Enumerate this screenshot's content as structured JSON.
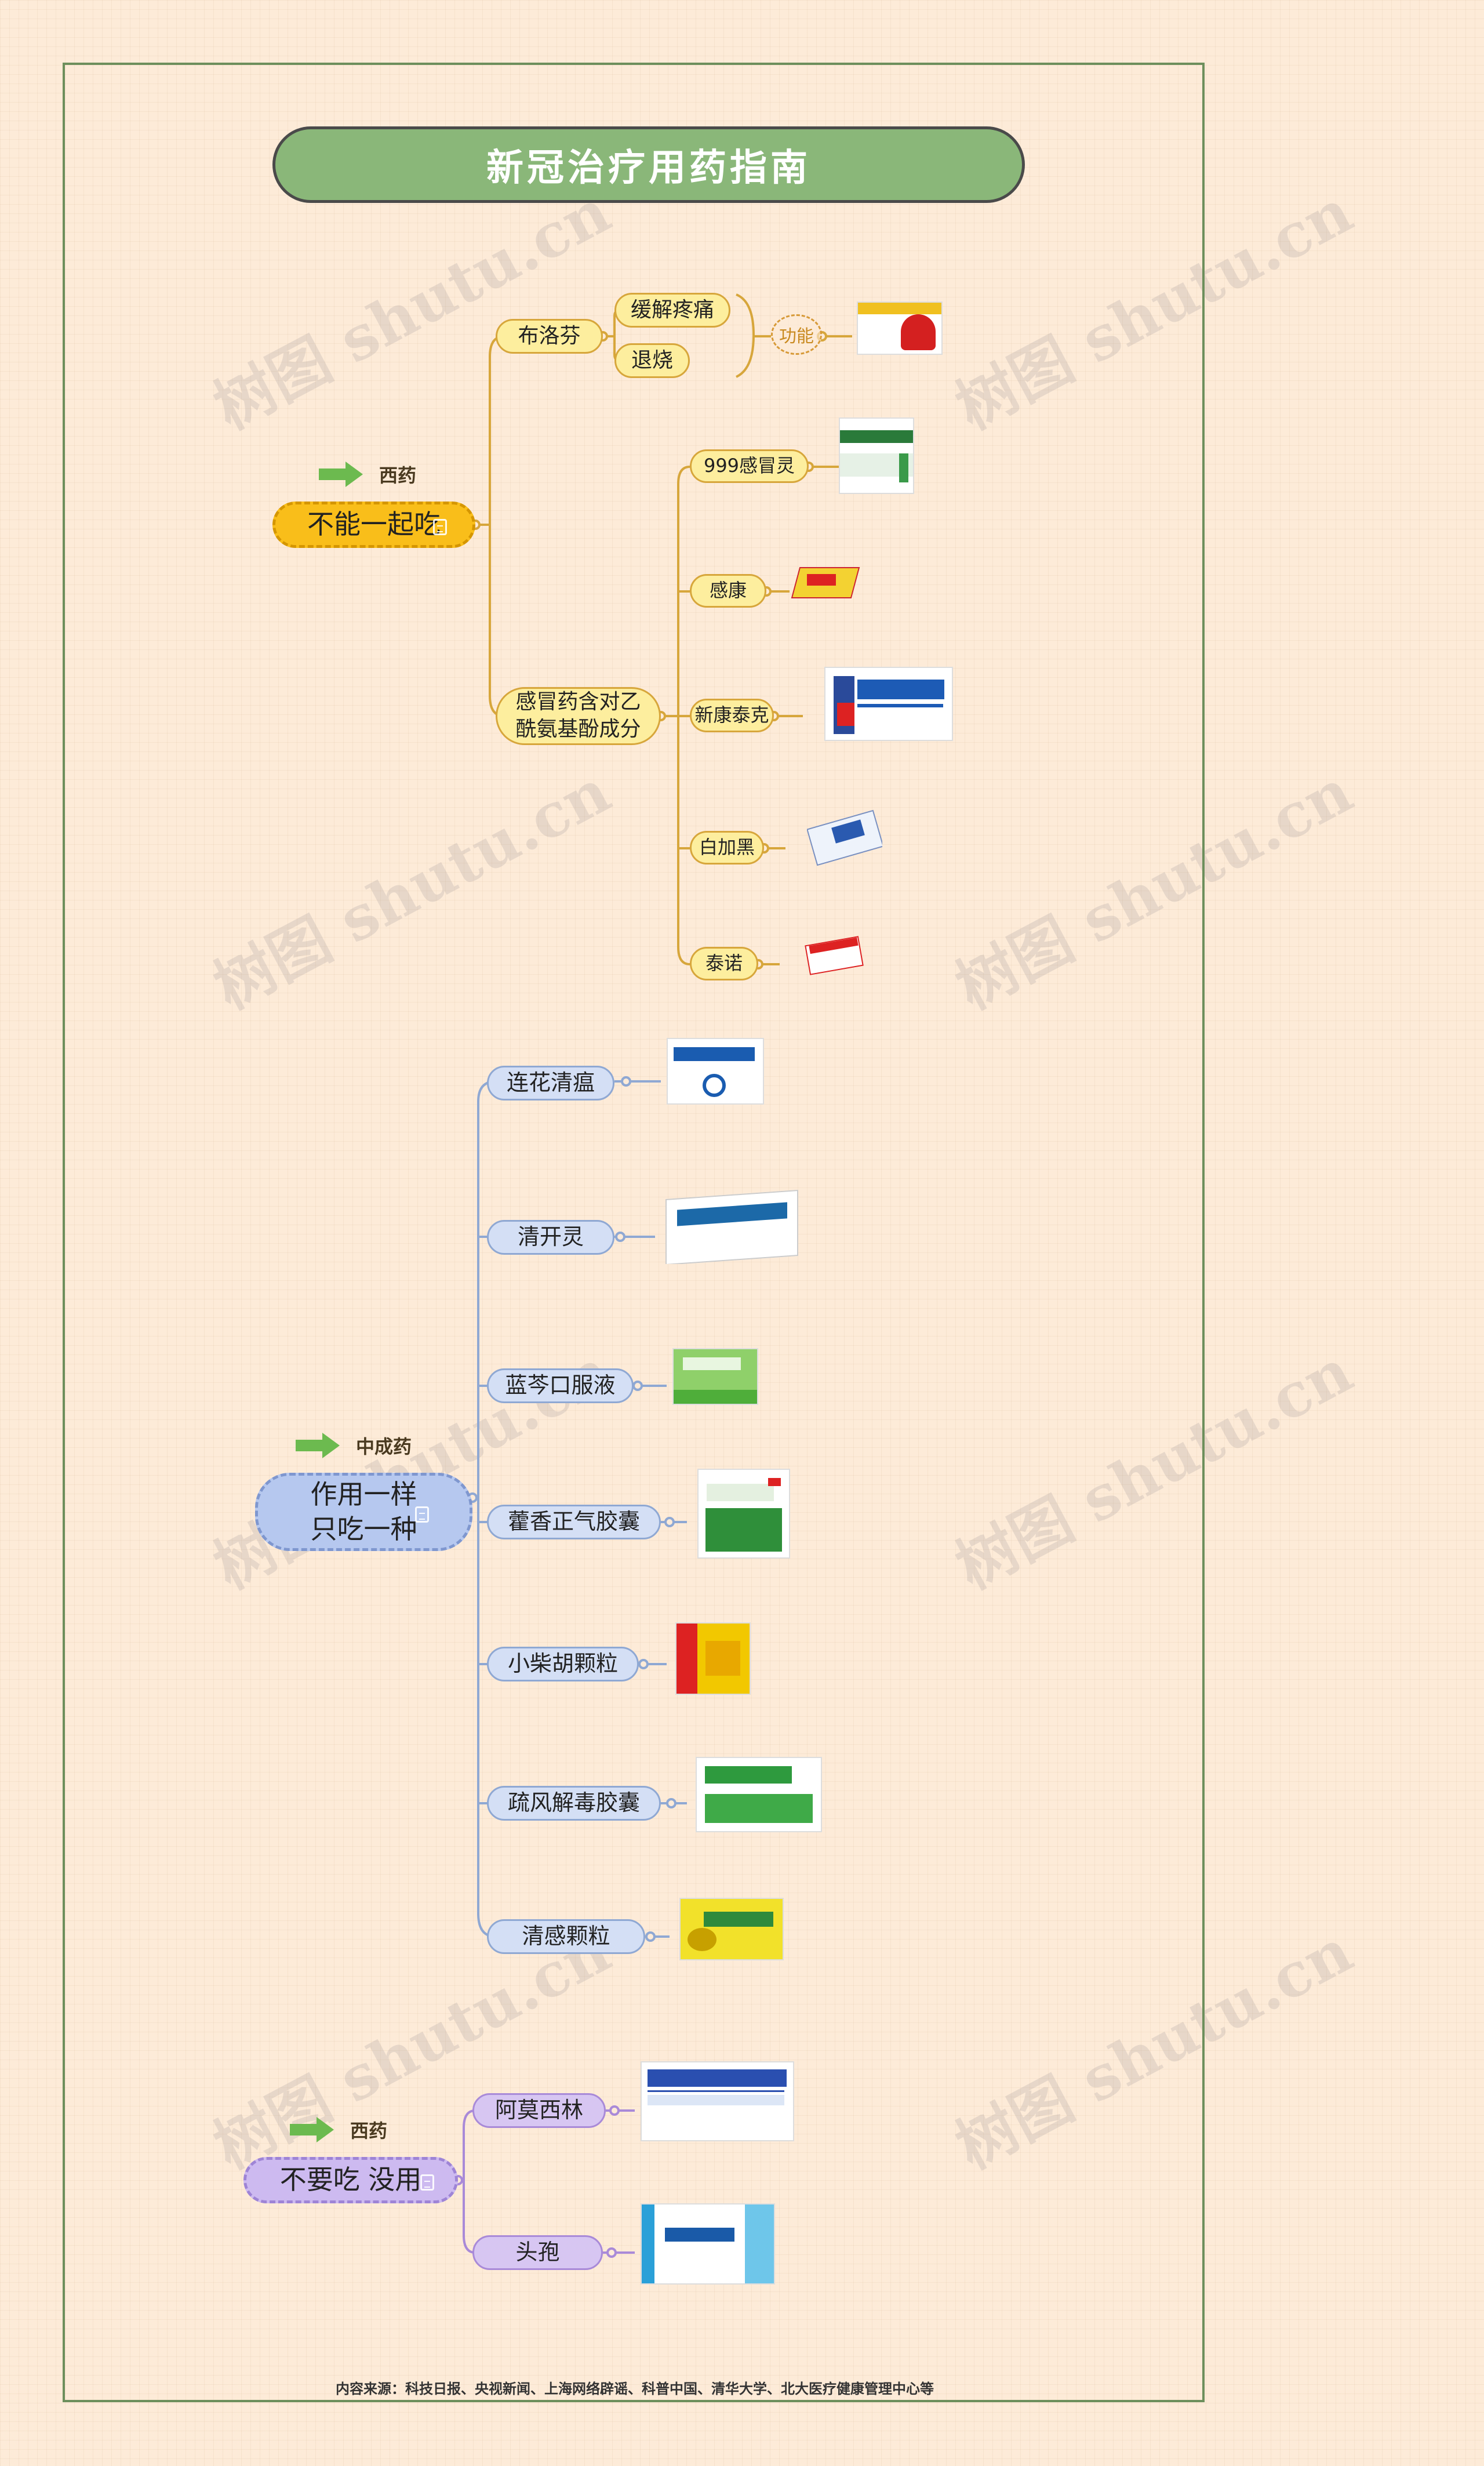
{
  "title": "新冠治疗用药指南",
  "watermark": "树图 shutu.cn",
  "section1": {
    "tag": "西药",
    "root": "不能一起吃",
    "ibuprofen": {
      "label": "布洛芬",
      "effects": [
        "缓解疼痛",
        "退烧"
      ],
      "summary_label": "功能"
    },
    "acetaminophen": {
      "label": "感冒药含对乙\n酰氨基酚成分",
      "drugs": [
        "999感冒灵",
        "感康",
        "新康泰克",
        "白加黑",
        "泰诺"
      ]
    }
  },
  "section2": {
    "tag": "中成药",
    "root": "作用一样\n只吃一种",
    "drugs": [
      "连花清瘟",
      "清开灵",
      "蓝芩口服液",
      "藿香正气胶囊",
      "小柴胡颗粒",
      "疏风解毒胶囊",
      "清感颗粒"
    ]
  },
  "section3": {
    "tag": "西药",
    "root": "不要吃  没用",
    "drugs": [
      "阿莫西林",
      "头孢"
    ]
  },
  "source": "内容来源：科技日报、央视新闻、上海网络辟谣、科普中国、清华大学、北大医疗健康管理中心等",
  "colors": {
    "yellow_line": "#d7a63b",
    "blue_line": "#8fa8d3",
    "purple_line": "#a98ad8",
    "title_green": "#8ab779",
    "frame_green": "#6d8f5c"
  },
  "icons": [
    "arrow-right-icon",
    "note-icon"
  ]
}
